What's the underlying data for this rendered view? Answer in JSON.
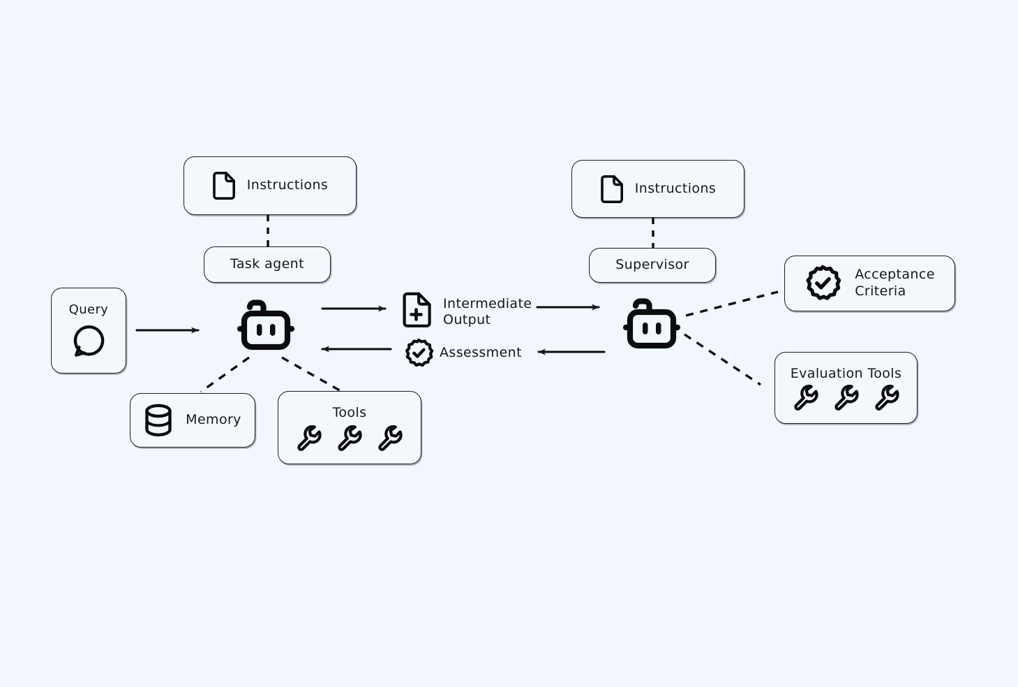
{
  "diagram": {
    "title": "Task agent and Supervisor agent evaluation loop",
    "background_color": "#f2f7fd",
    "ink_color": "#0c0c0f",
    "box_fill": "#f4f8fd"
  },
  "nodes": {
    "task_instructions": {
      "label": "Instructions",
      "icon": "document-icon"
    },
    "task_agent": {
      "label": "Task agent"
    },
    "query": {
      "label": "Query",
      "icon": "speech-bubble-icon"
    },
    "task_robot": {
      "label": "",
      "icon": "robot-icon"
    },
    "memory": {
      "label": "Memory",
      "icon": "database-icon"
    },
    "tools": {
      "label": "Tools",
      "icons": [
        "wrench-icon",
        "wrench-icon",
        "wrench-icon"
      ]
    },
    "intermediate_output": {
      "label": "Intermediate\nOutput",
      "icon": "document-plus-icon"
    },
    "assessment": {
      "label": "Assessment",
      "icon": "badge-check-icon"
    },
    "supervisor_instructions": {
      "label": "Instructions",
      "icon": "document-icon"
    },
    "supervisor": {
      "label": "Supervisor"
    },
    "supervisor_robot": {
      "label": "",
      "icon": "robot-icon"
    },
    "acceptance_criteria": {
      "label": "Acceptance\nCriteria",
      "icon": "badge-check-icon"
    },
    "evaluation_tools": {
      "label": "Evaluation Tools",
      "icons": [
        "wrench-icon",
        "wrench-icon",
        "wrench-icon"
      ]
    }
  },
  "edges": [
    {
      "name": "instructions-to-task-agent",
      "style": "dashed"
    },
    {
      "name": "query-to-task-robot",
      "style": "solid-arrow"
    },
    {
      "name": "task-robot-to-intermediate-output",
      "style": "solid-arrow"
    },
    {
      "name": "intermediate-output-to-supervisor-robot",
      "style": "solid-arrow"
    },
    {
      "name": "supervisor-robot-to-assessment",
      "style": "solid-arrow"
    },
    {
      "name": "assessment-to-task-robot",
      "style": "solid-arrow"
    },
    {
      "name": "task-robot-to-memory",
      "style": "dashed"
    },
    {
      "name": "task-robot-to-tools",
      "style": "dashed"
    },
    {
      "name": "supervisor-instructions-to-supervisor",
      "style": "dashed"
    },
    {
      "name": "supervisor-robot-to-acceptance-criteria",
      "style": "dashed"
    },
    {
      "name": "supervisor-robot-to-evaluation-tools",
      "style": "dashed"
    }
  ]
}
